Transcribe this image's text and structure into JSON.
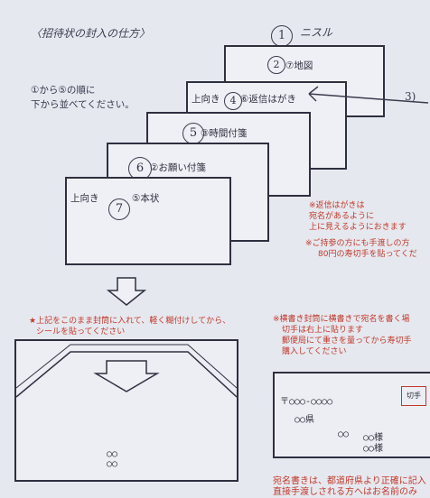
{
  "title": "〈招待状の封入の仕方〉",
  "instruction": [
    "①から⑤の順に",
    "下から並べてください。"
  ],
  "cards": [
    {
      "label": "⑦地図",
      "circle": "2"
    },
    {
      "label": "⑥返信はがき",
      "up_label": "上向き",
      "circle": "4"
    },
    {
      "label": "③時間付箋",
      "circle": "5"
    },
    {
      "label": "②お願い付箋",
      "circle": "6"
    },
    {
      "label": "⑤本状",
      "up_label": "上向き",
      "circle": "7"
    }
  ],
  "handwriting": {
    "top_circle": "1",
    "top_text": "ニスル",
    "side_text": "3)"
  },
  "notes_right": {
    "note1": [
      "※返信はがきは",
      "宛名があるように",
      "上に見えるようにおきます"
    ],
    "note2": [
      "※ご持参の方にも手渡しの方",
      "80円の寿切手を貼ってくだ"
    ]
  },
  "left_bottom_note": [
    "★上記をこのまま封筒に入れて、軽く糊付けしてから、",
    "シールを貼ってください"
  ],
  "right_bottom_note": [
    "※横書き封筒に横書きで宛名を書く場",
    "切手は右上に貼ります",
    "郵便局にて重さを量ってから寿切手",
    "購入してください"
  ],
  "envelope_front": {
    "postal": "〒○○○-○○○○",
    "address": "○○県",
    "name_left": "○○",
    "name_right": "○○様",
    "name_right2": "○○様",
    "stamp": "切手"
  },
  "envelope_back_seal": [
    "○○",
    "○○"
  ],
  "bottom_footer": [
    "宛名書きは、都道府県より正確に記入",
    "直接手渡しされる方へはお名前のみ"
  ]
}
